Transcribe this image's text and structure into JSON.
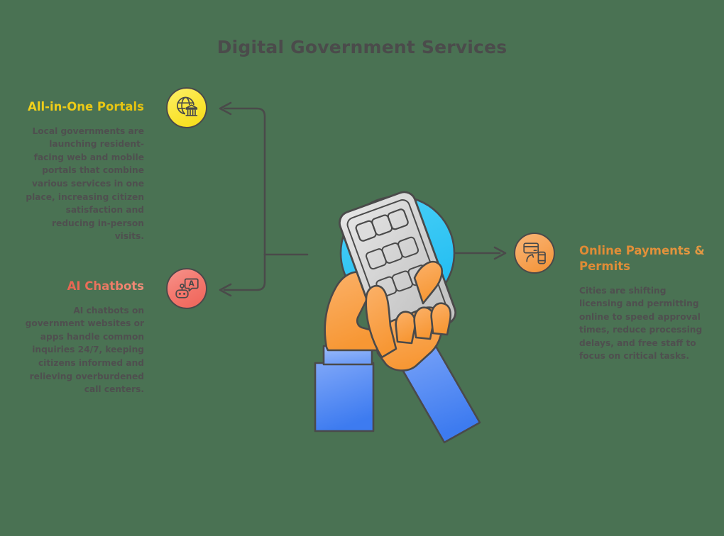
{
  "page": {
    "title": "Digital Government Services",
    "background_color": "#4a7253",
    "title_color": "#4b4b4b",
    "body_text_color": "#4f4f4f",
    "stroke_color": "#4a4a4a"
  },
  "blocks": [
    {
      "id": "portals",
      "heading": "All-in-One Portals",
      "body": "Local governments are launching resident-facing web and mobile portals that combine various services in one place, increasing citizen satisfaction and reducing in-person visits.",
      "accent_color": "#ecc915",
      "align": "right",
      "icon_name": "globe-government-building-icon"
    },
    {
      "id": "chatbots",
      "heading": "AI Chatbots",
      "body": "AI chatbots on government websites or apps handle common inquiries 24/7, keeping citizens informed and relieving overburdened call centers.",
      "accent_color": "#ea6a55",
      "align": "right",
      "icon_name": "robot-chat-bubble-icon"
    },
    {
      "id": "payments",
      "heading": "Online Payments & Permits",
      "body": "Cities are shifting licensing and permitting online to speed approval times, reduce processing delays, and free staff to focus on critical tasks.",
      "accent_color": "#e08a34",
      "align": "left",
      "icon_name": "credit-card-mobile-payment-icon"
    }
  ],
  "hero": {
    "name": "hands-holding-smartphone-illustration",
    "circle_color": "#37c6f4",
    "device_color": "#d4d4d4",
    "skin_color": "#f8a04c",
    "sleeve_color": "#5b8ef4",
    "app_grid_rows": 3,
    "app_grid_cols": 3
  },
  "connectors": {
    "left_branch_name": "connector-center-to-left-icons",
    "right_branch_name": "connector-center-to-right-icon",
    "color": "#4a4a4a"
  }
}
